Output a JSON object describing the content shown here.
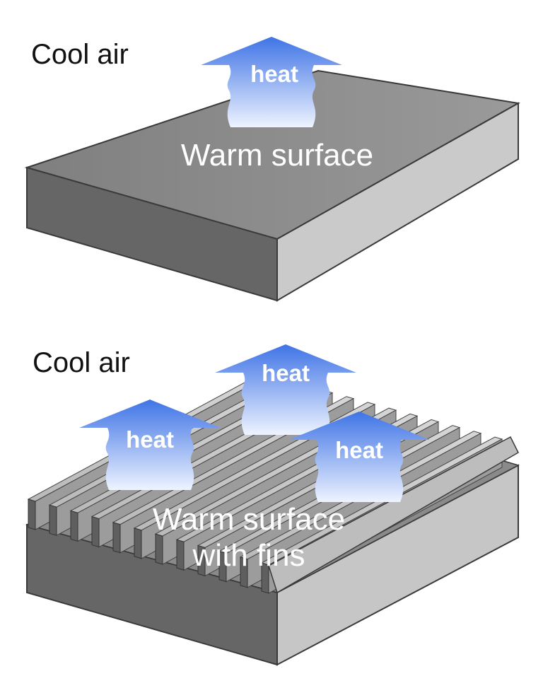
{
  "top_panel": {
    "air_label": "Cool air",
    "surface_label": "Warm surface",
    "arrow_label": "heat"
  },
  "bottom_panel": {
    "air_label": "Cool air",
    "surface_label_line1": "Warm surface",
    "surface_label_line2": "with fins",
    "arrow_labels": [
      "heat",
      "heat",
      "heat"
    ]
  },
  "colors": {
    "arrow_top": "#3f74e6",
    "arrow_bottom": "#eef3ff",
    "block_top": "#8a8a8a",
    "block_front": "#666666",
    "block_side": "#c8c8c8"
  }
}
